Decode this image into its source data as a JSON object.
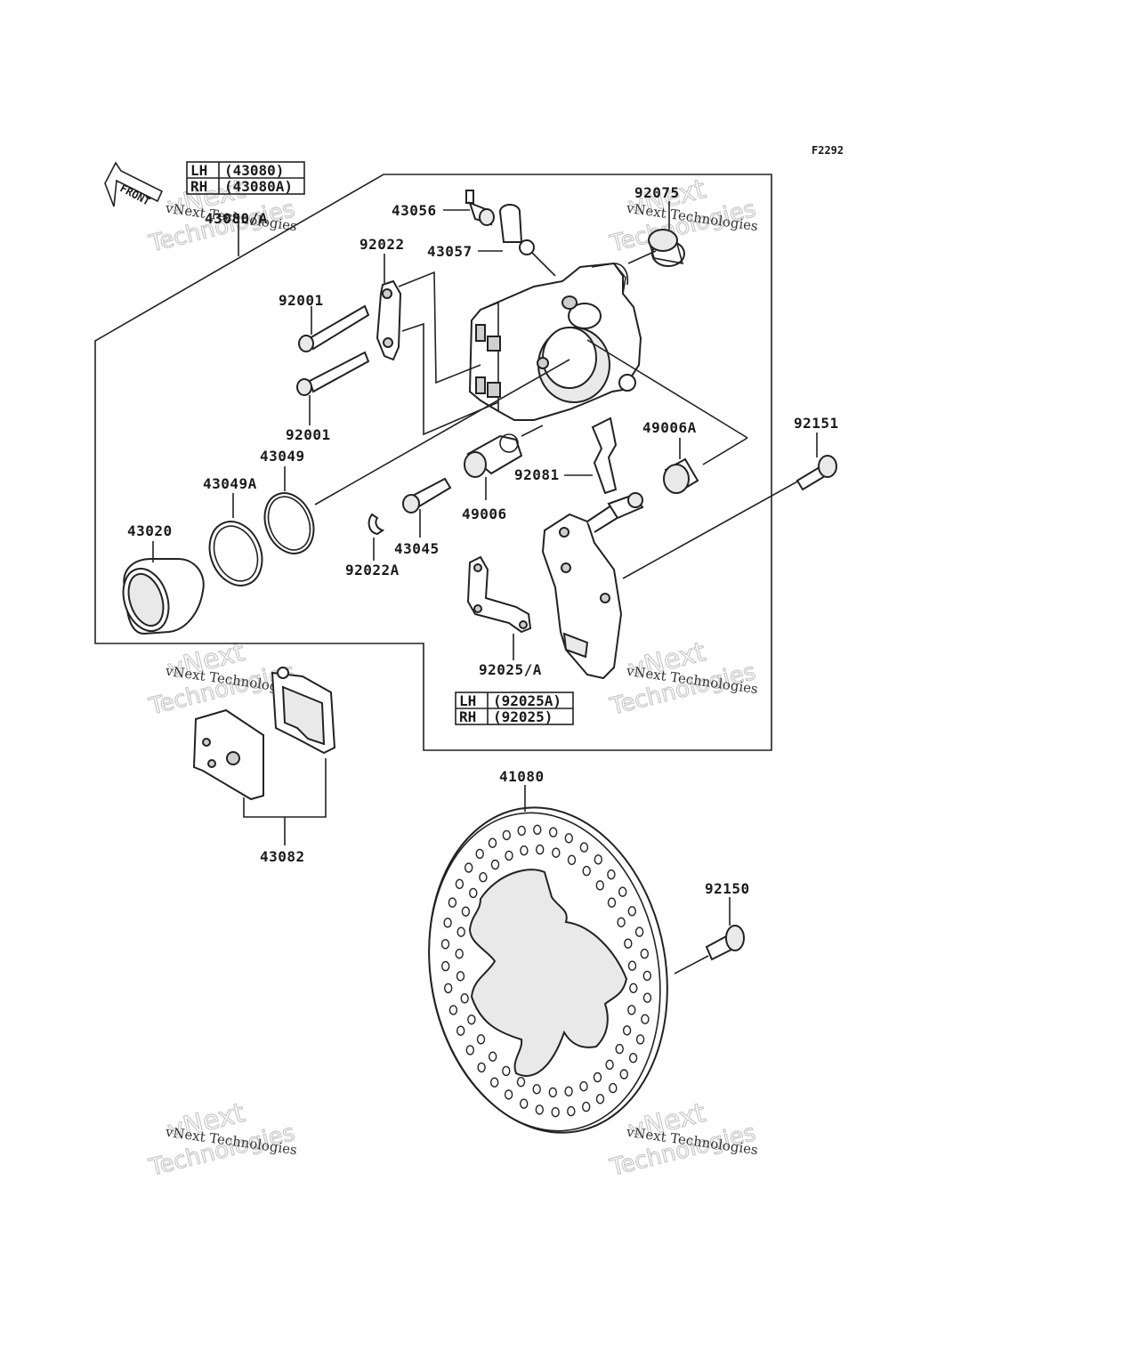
{
  "figure_code": "F2292",
  "front_label": "FRONT",
  "caliper_table": [
    {
      "side": "LH",
      "part": "(43080)"
    },
    {
      "side": "RH",
      "part": "(43080A)"
    }
  ],
  "bracket_table": [
    {
      "side": "LH",
      "part": "(92025A)"
    },
    {
      "side": "RH",
      "part": "(92025)"
    }
  ],
  "labels": {
    "p43080_a": "43080/A",
    "p43056": "43056",
    "p43057": "43057",
    "p92022": "92022",
    "p92075": "92075",
    "p92001_top": "92001",
    "p92001_bottom": "92001",
    "p43049": "43049",
    "p43049A": "43049A",
    "p43020": "43020",
    "p92151": "92151",
    "p49006A": "49006A",
    "p92081": "92081",
    "p49006": "49006",
    "p43045": "43045",
    "p92022A": "92022A",
    "p92025_A": "92025/A",
    "p43082": "43082",
    "p41080": "41080",
    "p92150": "92150"
  },
  "watermark": {
    "line1": "vNext Technologies",
    "line2": "vNext",
    "line3": "Technologies"
  },
  "colors": {
    "ink": "#222222",
    "watermark_outline": "#c9c9c9"
  }
}
